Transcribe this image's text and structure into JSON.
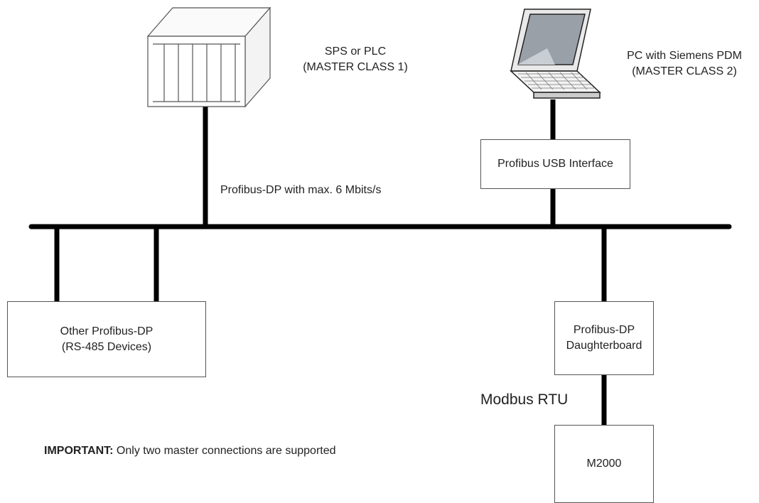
{
  "plc": {
    "line1": "SPS or PLC",
    "line2": "(MASTER CLASS 1)"
  },
  "pc": {
    "line1": "PC with Siemens PDM",
    "line2": "(MASTER CLASS 2)"
  },
  "usb_interface": {
    "label": "Profibus USB Interface"
  },
  "bus": {
    "label": "Profibus-DP with max. 6 Mbits/s"
  },
  "other_devices": {
    "line1": "Other Profibus-DP",
    "line2": "(RS-485 Devices)"
  },
  "daughterboard": {
    "line1": "Profibus-DP",
    "line2": "Daughterboard"
  },
  "link": {
    "label": "Modbus RTU"
  },
  "m2000": {
    "label": "M2000"
  },
  "note": {
    "prefix": "IMPORTANT:",
    "text": " Only two master connections are supported"
  }
}
